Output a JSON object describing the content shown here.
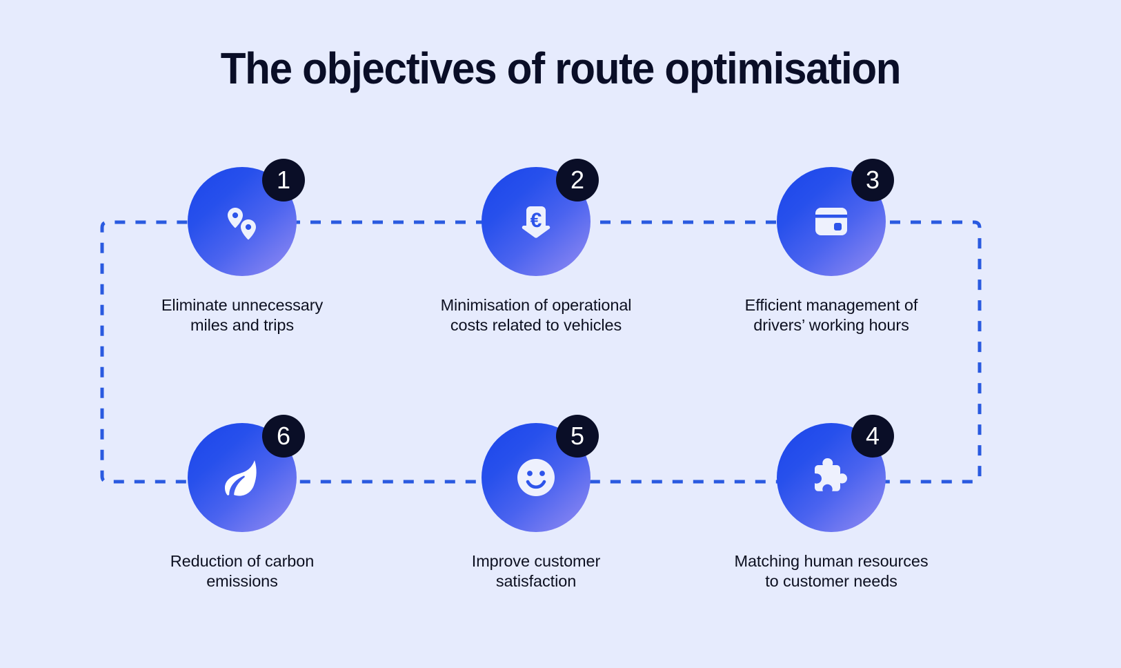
{
  "page": {
    "title": "The objectives of route optimisation",
    "background_color": "#e6ebfd",
    "text_color": "#0a0e27",
    "accent_color": "#1f46e8",
    "badge_color": "#0a0e27",
    "connector_color": "#2a5ae0"
  },
  "items": [
    {
      "number": "1",
      "icon": "map-pins-icon",
      "line1": "Eliminate unnecessary",
      "line2": "miles and trips"
    },
    {
      "number": "2",
      "icon": "euro-arrow-down-icon",
      "line1": "Minimisation of operational",
      "line2": "costs related to vehicles"
    },
    {
      "number": "3",
      "icon": "wallet-icon",
      "line1": "Efficient management of",
      "line2": "drivers’ working hours"
    },
    {
      "number": "4",
      "icon": "puzzle-piece-icon",
      "line1": "Matching human resources",
      "line2": "to customer needs"
    },
    {
      "number": "5",
      "icon": "smiley-face-icon",
      "line1": "Improve customer",
      "line2": "satisfaction"
    },
    {
      "number": "6",
      "icon": "leaf-icon",
      "line1": "Reduction of carbon",
      "line2": "emissions"
    }
  ]
}
